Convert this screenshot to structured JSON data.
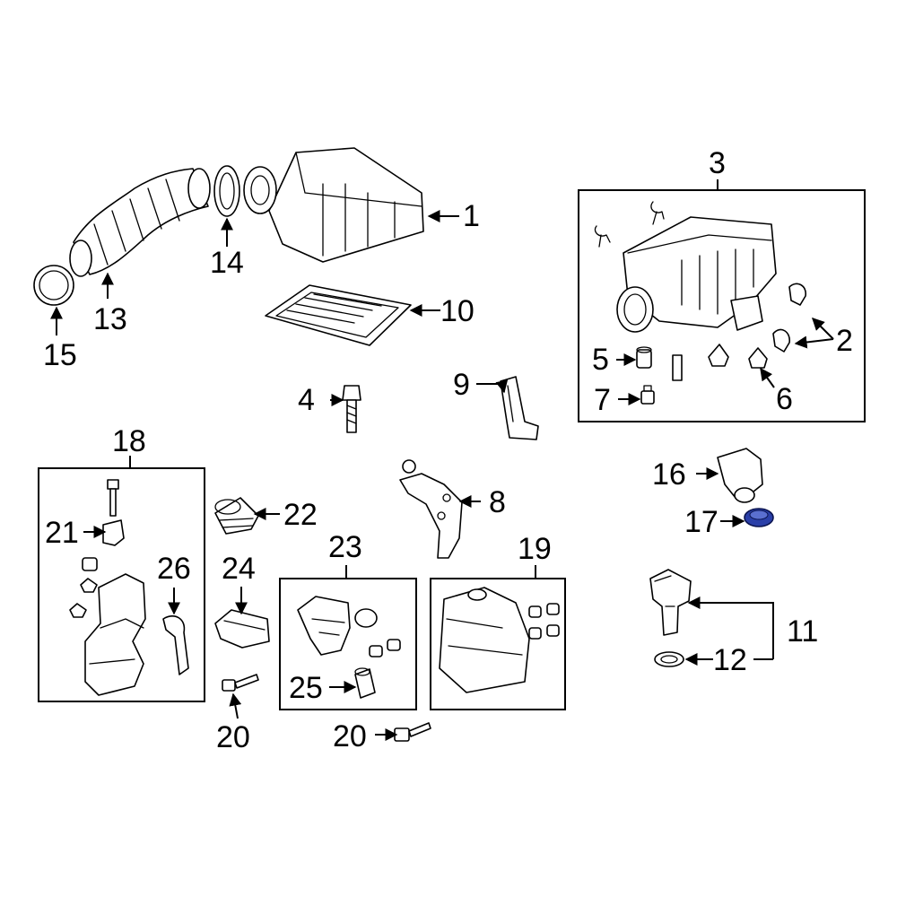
{
  "colors": {
    "line": "#000000",
    "background": "#ffffff",
    "highlight": "#2a3fa8"
  },
  "callouts": {
    "c1": "1",
    "c2": "2",
    "c3": "3",
    "c4": "4",
    "c5": "5",
    "c6": "6",
    "c7": "7",
    "c8": "8",
    "c9": "9",
    "c10": "10",
    "c11": "11",
    "c12": "12",
    "c13": "13",
    "c14": "14",
    "c15": "15",
    "c16": "16",
    "c17": "17",
    "c18": "18",
    "c19": "19",
    "c20a": "20",
    "c20b": "20",
    "c21": "21",
    "c22": "22",
    "c23": "23",
    "c24": "24",
    "c25": "25",
    "c26": "26"
  },
  "highlighted_part": "17"
}
